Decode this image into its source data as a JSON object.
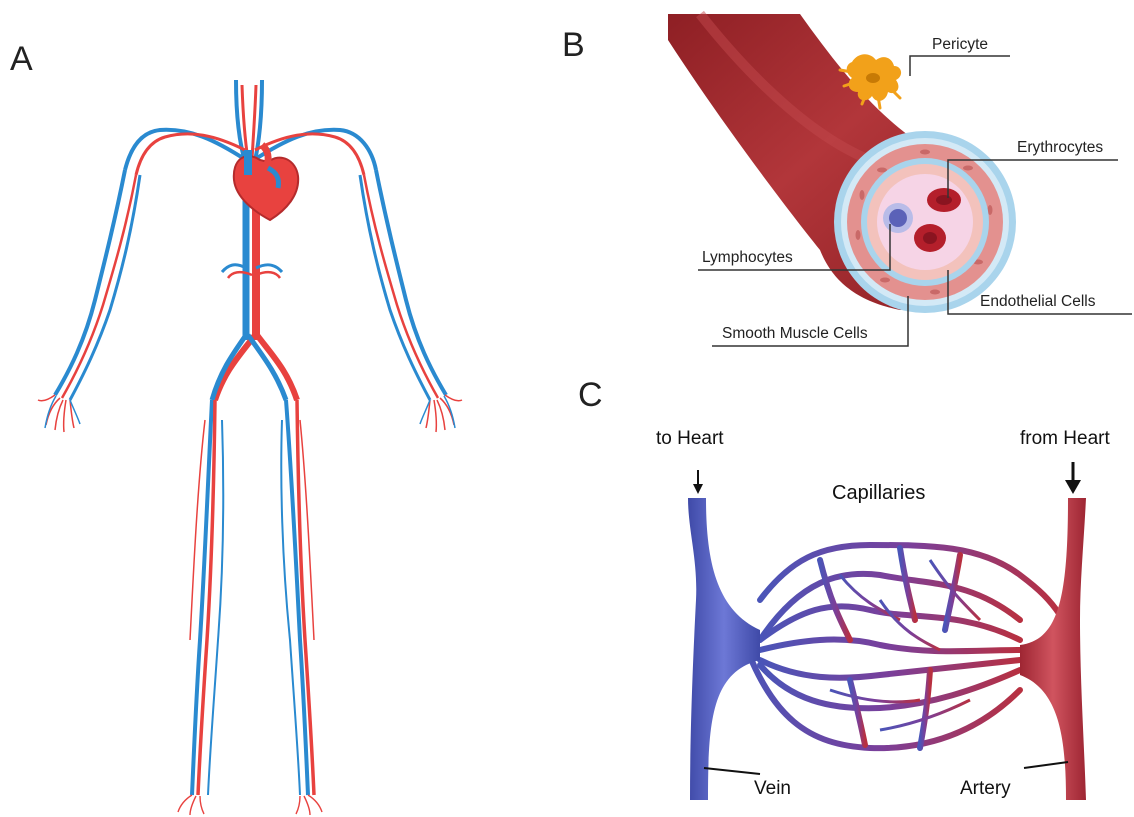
{
  "panels": {
    "a": {
      "letter": "A"
    },
    "b": {
      "letter": "B",
      "labels": {
        "pericyte": "Pericyte",
        "erythrocytes": "Erythrocytes",
        "lymphocytes": "Lymphocytes",
        "endothelial": "Endothelial Cells",
        "smooth_muscle": "Smooth Muscle Cells"
      }
    },
    "c": {
      "letter": "C",
      "labels": {
        "to_heart": "to Heart",
        "from_heart": "from Heart",
        "capillaries": "Capillaries",
        "vein": "Vein",
        "artery": "Artery"
      }
    }
  },
  "colors": {
    "artery": "#e8423f",
    "vein": "#2a8ad0",
    "vessel_wall": "#a3262a",
    "capillary_vein": "#4a55b8",
    "capillary_artery": "#b83040",
    "pericyte": "#f2a11a",
    "lumen": "#f6d4e6",
    "endothelium": "#a9d4ec"
  }
}
